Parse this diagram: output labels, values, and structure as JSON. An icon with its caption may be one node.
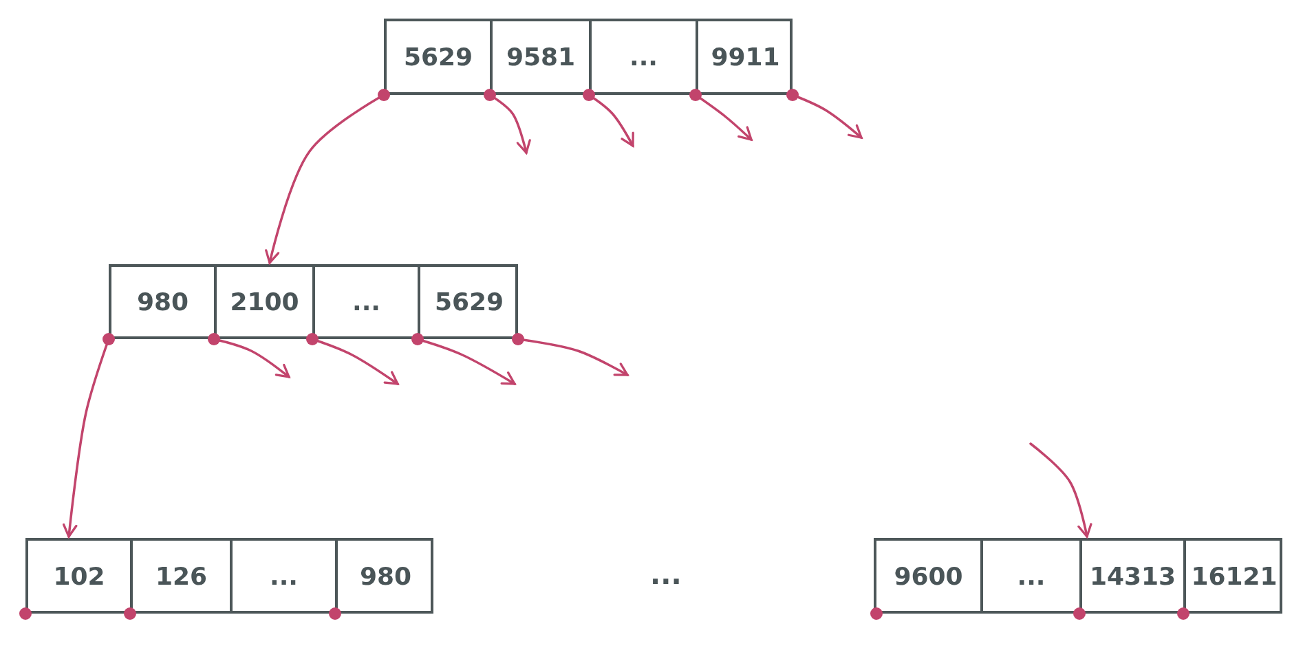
{
  "diagram": {
    "nodes": [
      {
        "text": [],
        "shape": "box"
      },
      {
        "text": [
          "5629"
        ],
        "in": 0
      },
      {
        "text": [
          "9581"
        ],
        "in": 0
      },
      {
        "text": [
          "..."
        ],
        "in": 0
      },
      {
        "text": [
          "9911"
        ],
        "in": 0
      },
      {
        "text": [],
        "shape": "box"
      },
      {
        "text": [
          "980"
        ],
        "in": 5
      },
      {
        "text": [
          "2100"
        ],
        "in": 5
      },
      {
        "text": [
          "..."
        ],
        "in": 5
      },
      {
        "text": [
          "5629"
        ],
        "in": 5
      },
      {
        "text": [],
        "shape": "box"
      },
      {
        "text": [
          "102"
        ],
        "in": 10
      },
      {
        "text": [
          "126"
        ],
        "in": 10
      },
      {
        "text": [
          "..."
        ],
        "in": 10
      },
      {
        "text": [
          "980"
        ],
        "in": 10
      },
      {
        "text": [],
        "shape": "box"
      },
      {
        "text": [
          "9600"
        ],
        "in": 15
      },
      {
        "text": [
          "..."
        ],
        "in": 15
      },
      {
        "text": [
          "14313"
        ],
        "in": 15
      },
      {
        "text": [
          "16121"
        ],
        "in": 15
      }
    ],
    "edges": [
      {
        "from": 1,
        "to": 5,
        "arrow": "to"
      },
      {
        "from": 2,
        "to": null,
        "arrow": "to"
      },
      {
        "from": 3,
        "to": null,
        "arrow": "to"
      },
      {
        "from": 4,
        "to": null,
        "arrow": "to"
      },
      {
        "from": 4,
        "to": null,
        "arrow": "to"
      },
      {
        "from": 6,
        "to": 10,
        "arrow": "to"
      },
      {
        "from": 7,
        "to": null,
        "arrow": "to"
      },
      {
        "from": 8,
        "to": null,
        "arrow": "to"
      },
      {
        "from": 9,
        "to": null,
        "arrow": "to"
      },
      {
        "from": 9,
        "to": null,
        "arrow": "to"
      },
      {
        "from": null,
        "to": 18,
        "arrow": "to"
      }
    ],
    "labels": [
      "..."
    ]
  }
}
